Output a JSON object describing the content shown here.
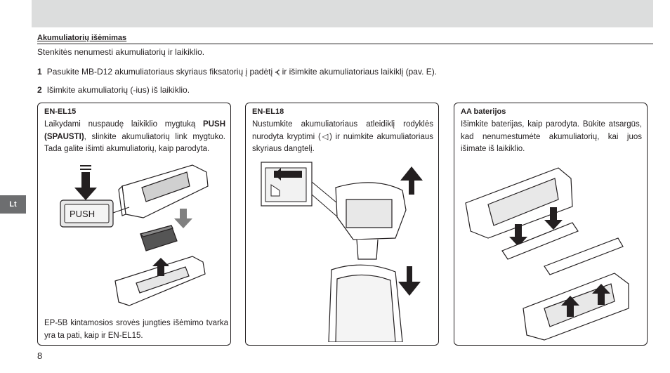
{
  "header": {
    "section_title": "Akumuliatorių išėmimas"
  },
  "intro": "Stenkitės nenumesti akumuliatorių ir laikiklio.",
  "steps": [
    {
      "num": "1",
      "text": "Pasukite MB-D12 akumuliatoriaus skyriaus fiksatorių į padėtį ⦓ ir išimkite akumuliatoriaus laikiklį (pav. E)."
    },
    {
      "num": "2",
      "text": "Išimkite akumuliatorių (-ius) iš laikiklio."
    }
  ],
  "side_tab": "Lt",
  "page_number": "8",
  "boxes": {
    "en_el15": {
      "title": "EN-EL15",
      "line1": "Laikydami nuspaudę laikiklio mygtuką ",
      "push": "PUSH",
      "line2": "(SPAUSTI)",
      "line3": ", slinkite akumuliatorių link mygtuko. Tada galite išimti akumuliatorių, kaip parodyta.",
      "illustration_label": "PUSH",
      "note": "EP-5B kintamosios srovės jungties išėmimo tvarka yra ta pati, kaip ir EN-EL15."
    },
    "en_el18": {
      "title": "EN-EL18",
      "text": "Nustumkite akumuliatoriaus atleidiklį rodyklės nurodyta kryptimi (◁) ir nuimkite akumuliatoriaus skyriaus dangtelį."
    },
    "aa": {
      "title": "AA baterijos",
      "text": "Išimkite baterijas, kaip parodyta. Būkite atsargūs, kad nenumestumėte akumuliatorių, kai juos išimate iš laikiklio."
    }
  }
}
